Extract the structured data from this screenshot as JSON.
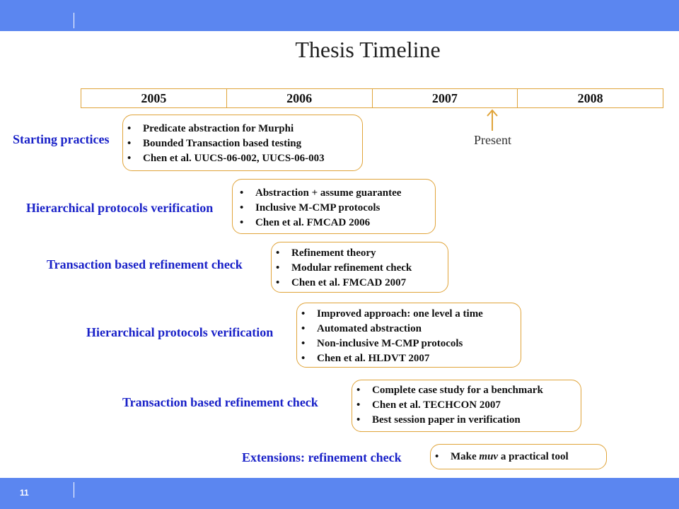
{
  "slide": {
    "title": "Thesis Timeline",
    "page_number": "11",
    "accent_color": "#5b86f0",
    "label_color": "#1a22c8",
    "border_color": "#e0a43a"
  },
  "timeline": {
    "years": [
      "2005",
      "2006",
      "2007",
      "2008"
    ],
    "present_label": "Present"
  },
  "phases": [
    {
      "label": "Starting practices",
      "items": [
        "Predicate abstraction for Murphi",
        "Bounded Transaction based testing",
        "Chen et al. UUCS-06-002, UUCS-06-003"
      ]
    },
    {
      "label": "Hierarchical protocols verification",
      "items": [
        "Abstraction + assume guarantee",
        "Inclusive M-CMP protocols",
        "Chen et al. FMCAD 2006"
      ]
    },
    {
      "label": "Transaction based refinement check",
      "items": [
        "Refinement theory",
        "Modular refinement check",
        "Chen et al. FMCAD 2007"
      ]
    },
    {
      "label": "Hierarchical protocols verification",
      "items": [
        "Improved approach: one level a time",
        "Automated abstraction",
        "Non-inclusive M-CMP protocols",
        "Chen et al. HLDVT 2007"
      ]
    },
    {
      "label": "Transaction based refinement check",
      "items": [
        "Complete case study for a benchmark",
        "Chen et al. TECHCON 2007",
        "Best session paper in verification"
      ]
    },
    {
      "label": "Extensions: refinement check",
      "items": [
        {
          "prefix": "Make ",
          "emph": "muv",
          "suffix": " a practical tool"
        }
      ]
    }
  ]
}
